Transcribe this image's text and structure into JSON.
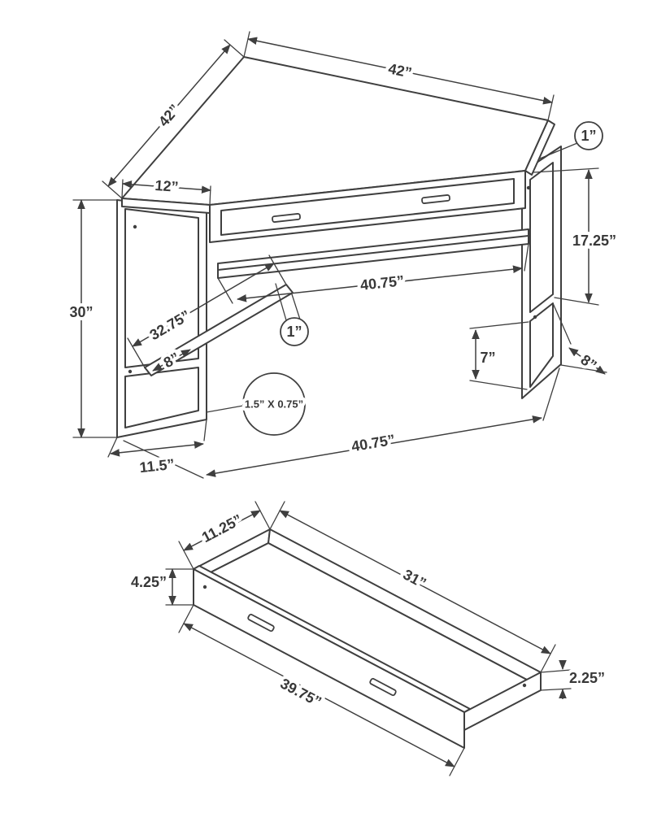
{
  "colors": {
    "line": "#3f3f3f",
    "background": "#ffffff"
  },
  "desk": {
    "dim_width_left": "42”",
    "dim_width_top": "42”",
    "dim_side_depth": "12”",
    "dim_top_thickness": "1”",
    "dim_opening_height": "17.25”",
    "dim_height": "30”",
    "dim_shelf_length": "40.75”",
    "dim_angled_shelf_length": "32.75”",
    "dim_angled_shelf_width": "8”",
    "dim_board_thickness": "1”",
    "dim_shelf_clearance": "7”",
    "dim_shelf_width": "8”",
    "dim_frame_tube": "1.5” X 0.75”",
    "dim_front_width": "40.75”",
    "dim_leg_depth": "11.5”"
  },
  "drawer": {
    "dim_depth": "11.25”",
    "dim_inner_length": "31”",
    "dim_front_height": "4.25”",
    "dim_side_height": "2.25”",
    "dim_outer_length": "39.75”"
  }
}
